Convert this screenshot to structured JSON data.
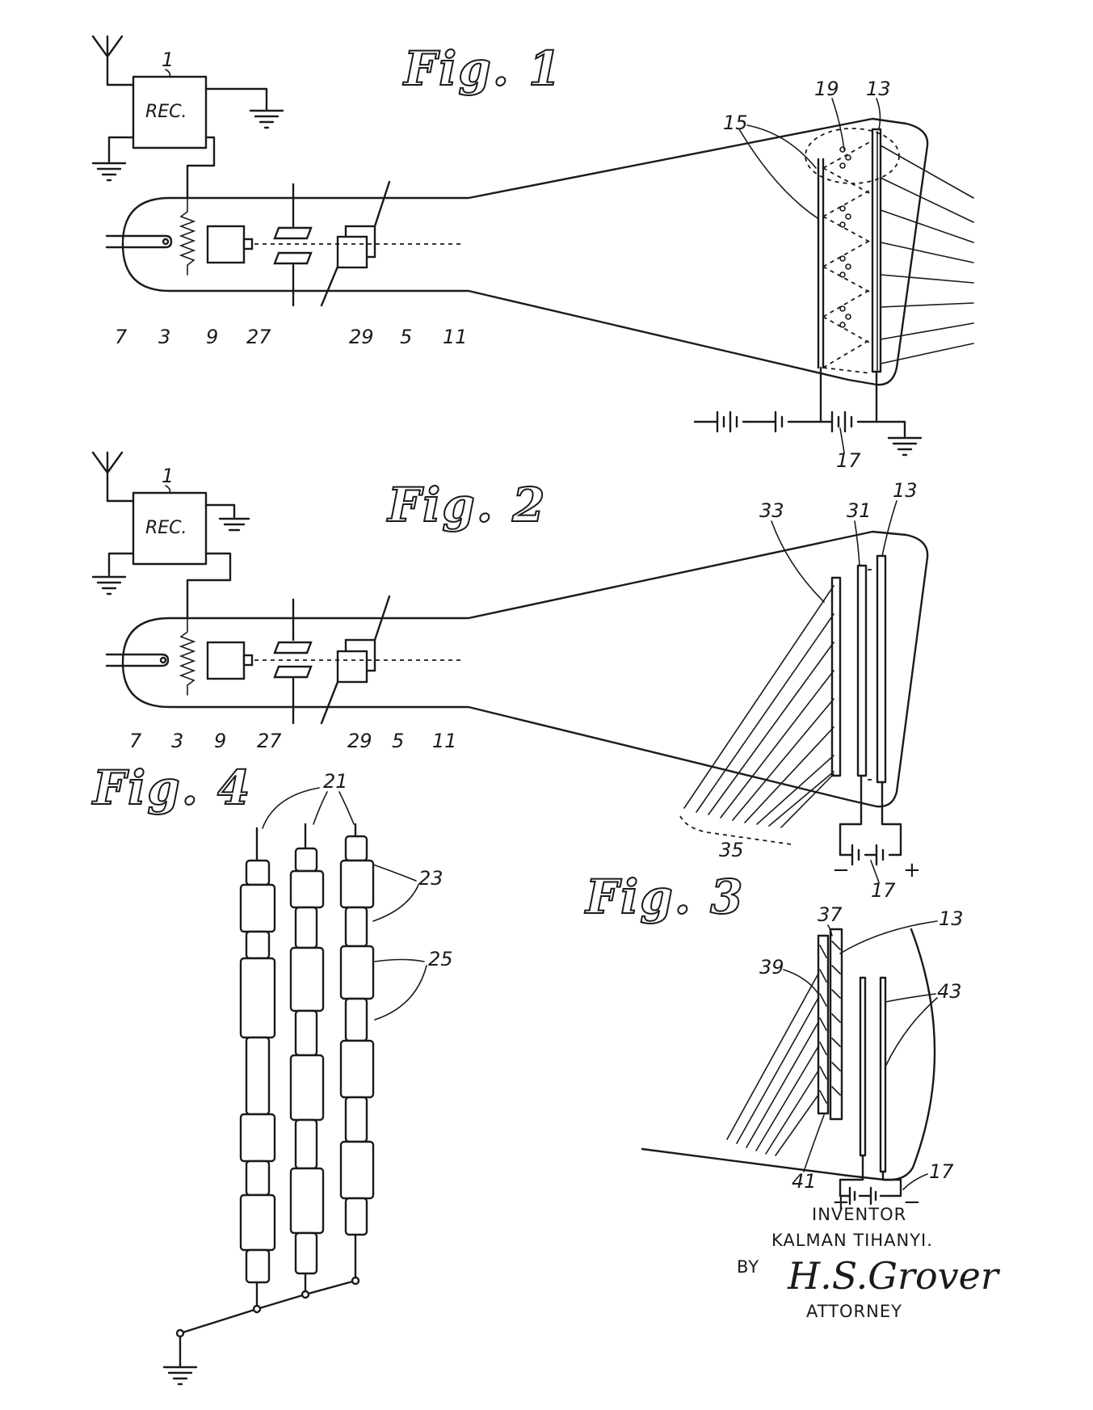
{
  "figures": {
    "fig1": {
      "title": "Fig. 1",
      "receiver": "REC.",
      "numerals": [
        "1",
        "19",
        "13",
        "15",
        "7",
        "3",
        "9",
        "27",
        "29",
        "5",
        "11",
        "17"
      ]
    },
    "fig2": {
      "title": "Fig. 2",
      "receiver": "REC.",
      "numerals": [
        "1",
        "33",
        "31",
        "13",
        "7",
        "3",
        "9",
        "27",
        "29",
        "5",
        "11",
        "35",
        "17"
      ],
      "polarity": [
        "−",
        "+"
      ]
    },
    "fig3": {
      "title": "Fig. 3",
      "numerals": [
        "37",
        "13",
        "39",
        "43",
        "41",
        "17"
      ],
      "polarity": [
        "+",
        "−"
      ]
    },
    "fig4": {
      "title": "Fig. 4",
      "numerals": [
        "21",
        "23",
        "25"
      ]
    }
  },
  "signature_block": {
    "line1": "INVENTOR",
    "line2": "KALMAN TIHANYI.",
    "by": "BY",
    "signature": "H.S. Grover",
    "line4": "ATTORNEY"
  }
}
